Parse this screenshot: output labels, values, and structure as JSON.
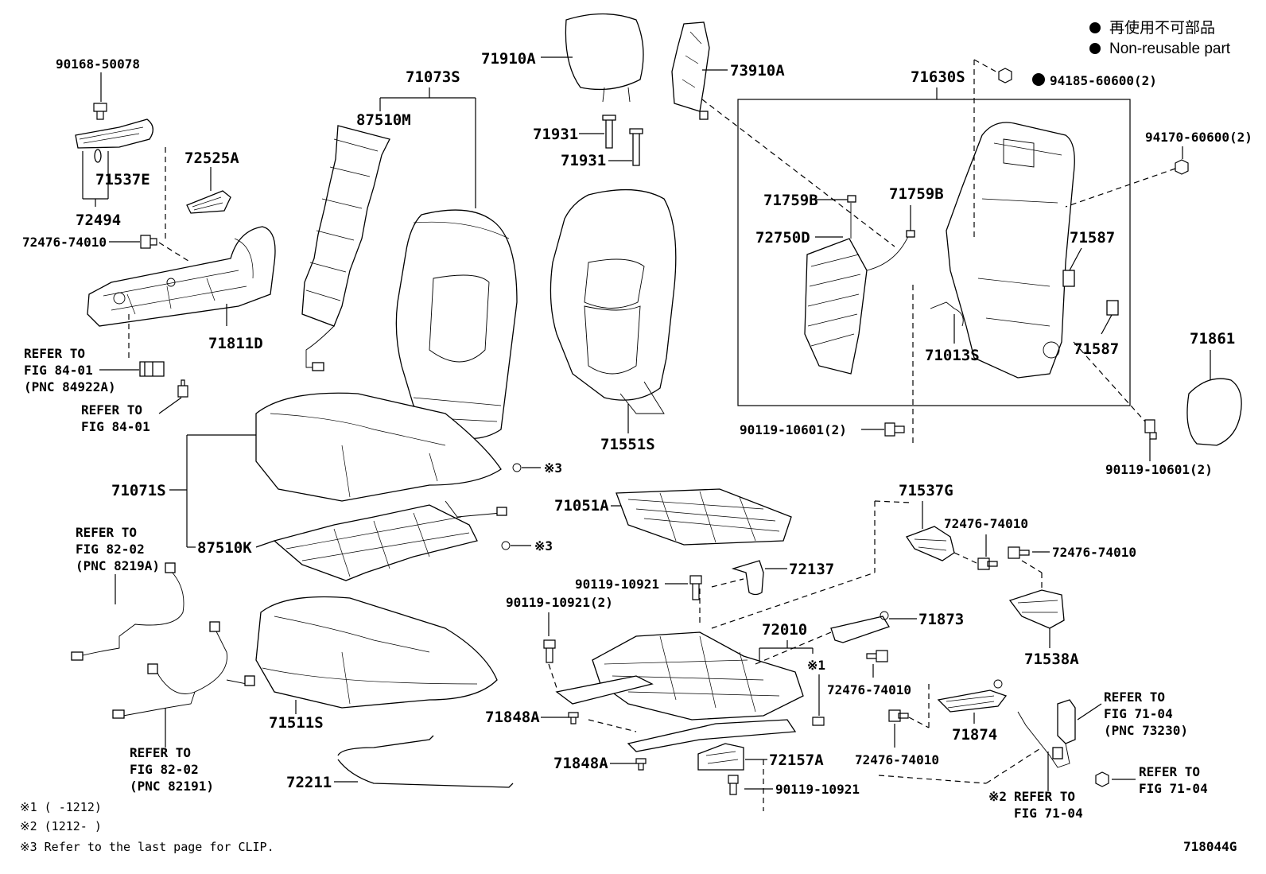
{
  "legend": {
    "line1": "再使用不可部品",
    "line2": "Non-reusable part"
  },
  "figure_code": "718044G",
  "notes": {
    "n1": "※1 (      -1212)",
    "n2": "※2 (1212-      )",
    "n3": "※3  Refer to the last page for CLIP."
  },
  "parts": {
    "p90168": "90168-50078",
    "p71537E": "71537E",
    "p72494": "72494",
    "p72525A": "72525A",
    "p72476a": "72476-74010",
    "p71811D": "71811D",
    "p71073S": "71073S",
    "p87510M": "87510M",
    "p71910A": "71910A",
    "p71931a": "71931",
    "p71931b": "71931",
    "p73910A": "73910A",
    "p71630S": "71630S",
    "p94185": "94185-60600(2)",
    "p94170": "94170-60600(2)",
    "p71759Ba": "71759B",
    "p71759Bb": "71759B",
    "p72750D": "72750D",
    "p71587a": "71587",
    "p71587b": "71587",
    "p71013S": "71013S",
    "p71861": "71861",
    "p90119a": "90119-10601(2)",
    "p90119b": "90119-10601(2)",
    "p71551S": "71551S",
    "p71071S": "71071S",
    "p87510K": "87510K",
    "p71051A": "71051A",
    "p71537G": "71537G",
    "p72476b": "72476-74010",
    "p72476c": "72476-74010",
    "p72137": "72137",
    "p90119c": "90119-10921",
    "p90119d": "90119-10921(2)",
    "p71873": "71873",
    "p72010": "72010",
    "p71538A": "71538A",
    "p72476d": "72476-74010",
    "p71874": "71874",
    "p71848Aa": "71848A",
    "p71848Ab": "71848A",
    "p72157A": "72157A",
    "p72476e": "72476-74010",
    "p90119e": "90119-10921",
    "p71511S": "71511S",
    "p72211": "72211",
    "clip3a": "※3",
    "clip3b": "※3",
    "star1": "※1",
    "star2": "※2"
  },
  "refs": {
    "r8401a_1": "REFER TO",
    "r8401a_2": "FIG 84-01",
    "r8401a_3": "(PNC 84922A)",
    "r8401b_1": "REFER TO",
    "r8401b_2": "FIG 84-01",
    "r8202a_1": "REFER TO",
    "r8202a_2": "FIG 82-02",
    "r8202a_3": "(PNC 8219A)",
    "r8202b_1": "REFER TO",
    "r8202b_2": "FIG 82-02",
    "r8202b_3": "(PNC 82191)",
    "r7104a_1": "REFER TO",
    "r7104a_2": "FIG 71-04",
    "r7104a_3": "(PNC 73230)",
    "r7104b_1": "REFER TO",
    "r7104b_2": "FIG 71-04",
    "r7104c_1": "REFER TO",
    "r7104c_2": "FIG 71-04"
  }
}
